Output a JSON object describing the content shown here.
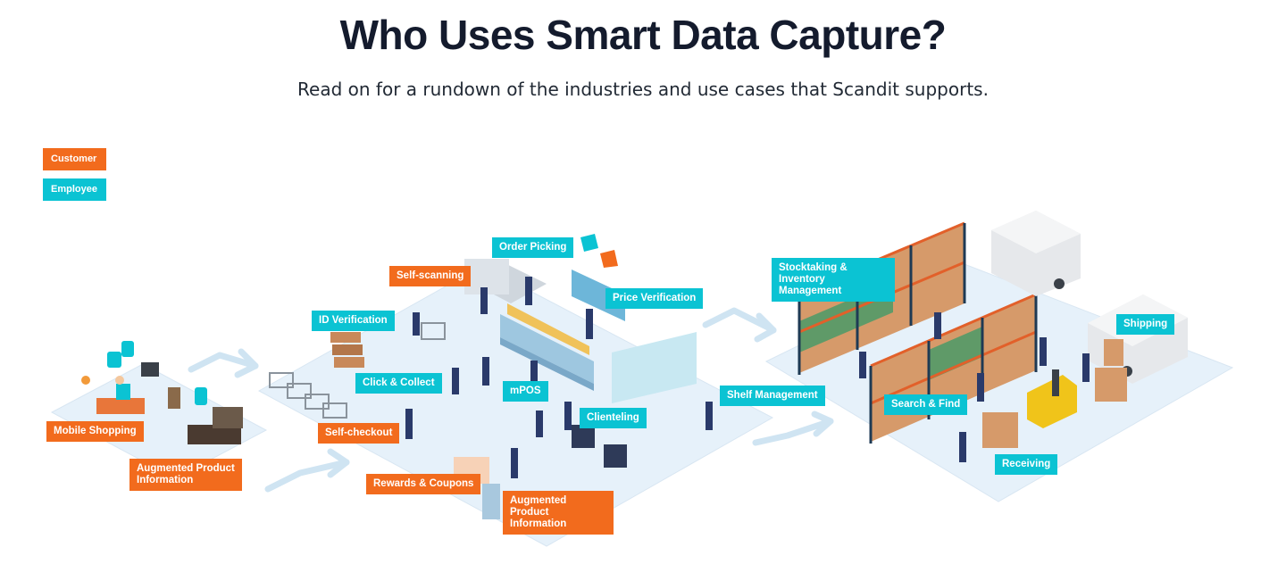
{
  "header": {
    "title": "Who Uses Smart Data Capture?",
    "subtitle": "Read on for a rundown of the industries and use cases that Scandit supports."
  },
  "legend": {
    "customer": "Customer",
    "employee": "Employee"
  },
  "colors": {
    "customer": "#f26b1d",
    "employee": "#0bc3d3",
    "floor": "#e6f1fa",
    "heading": "#141b2d"
  },
  "labels": {
    "mobile_shopping": "Mobile Shopping",
    "augmented_product_info_home": "Augmented Product Information",
    "id_verification": "ID Verification",
    "self_scanning": "Self-scanning",
    "order_picking": "Order Picking",
    "price_verification": "Price Verification",
    "click_collect": "Click & Collect",
    "mpos": "mPOS",
    "self_checkout": "Self-checkout",
    "clienteling": "Clienteling",
    "rewards_coupons": "Rewards & Coupons",
    "augmented_product_info_store": "Augmented Product Information",
    "shelf_management": "Shelf Management",
    "stocktaking": "Stocktaking & Inventory Management",
    "search_find": "Search & Find",
    "shipping": "Shipping",
    "receiving": "Receiving"
  }
}
